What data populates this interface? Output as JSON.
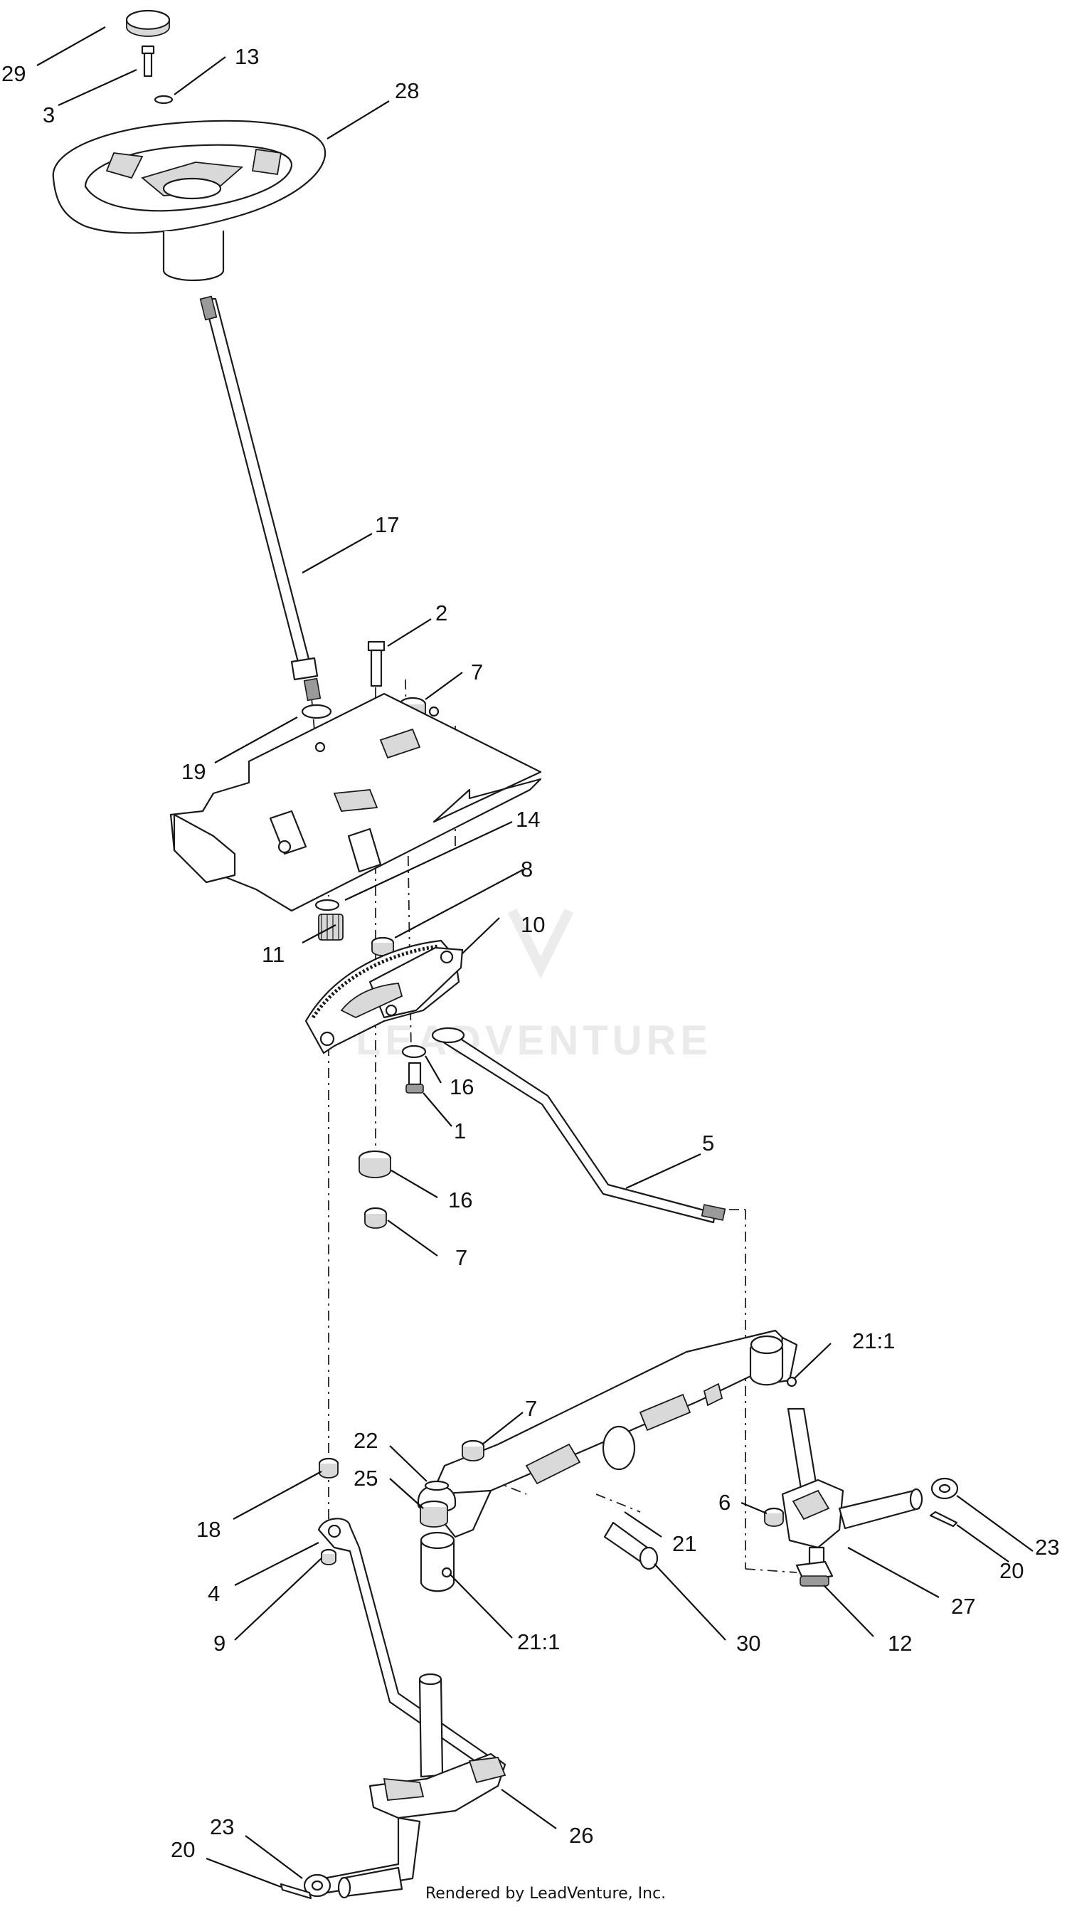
{
  "callouts": [
    {
      "label": "29"
    },
    {
      "label": "3"
    },
    {
      "label": "13"
    },
    {
      "label": "28"
    },
    {
      "label": "17"
    },
    {
      "label": "2"
    },
    {
      "label": "7"
    },
    {
      "label": "19"
    },
    {
      "label": "14"
    },
    {
      "label": "8"
    },
    {
      "label": "11"
    },
    {
      "label": "10"
    },
    {
      "label": "16"
    },
    {
      "label": "1"
    },
    {
      "label": "5"
    },
    {
      "label": "16"
    },
    {
      "label": "7"
    },
    {
      "label": "21:1"
    },
    {
      "label": "7"
    },
    {
      "label": "22"
    },
    {
      "label": "25"
    },
    {
      "label": "18"
    },
    {
      "label": "6"
    },
    {
      "label": "21"
    },
    {
      "label": "23"
    },
    {
      "label": "20"
    },
    {
      "label": "4"
    },
    {
      "label": "27"
    },
    {
      "label": "9"
    },
    {
      "label": "21:1"
    },
    {
      "label": "30"
    },
    {
      "label": "12"
    },
    {
      "label": "26"
    },
    {
      "label": "23"
    },
    {
      "label": "20"
    }
  ],
  "footer": {
    "text": "Rendered by LeadVenture, Inc."
  },
  "watermark": {
    "text": "LEADVENTURE"
  }
}
